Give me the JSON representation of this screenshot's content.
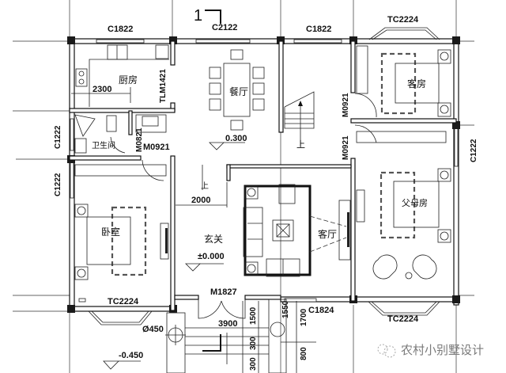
{
  "drawing": {
    "type": "floor-plan",
    "section_marker": "1",
    "rooms": [
      {
        "id": "kitchen",
        "label": "厨房"
      },
      {
        "id": "dining",
        "label": "餐厅"
      },
      {
        "id": "guest-room",
        "label": "客房"
      },
      {
        "id": "bathroom",
        "label": "卫生间"
      },
      {
        "id": "bedroom",
        "label": "卧室"
      },
      {
        "id": "foyer",
        "label": "玄关"
      },
      {
        "id": "living-room",
        "label": "客厅"
      },
      {
        "id": "parents-room",
        "label": "父母房"
      }
    ],
    "windows": {
      "top_kitchen": "C1822",
      "top_dining": "C2122",
      "top_stair": "C1822",
      "top_guest": "TC2224",
      "left_bath": "C1222",
      "left_bedroom": "C1222",
      "right_parents": "C1222",
      "bottom_bedroom": "TC2224",
      "bottom_parents": "TC2224",
      "bottom_right_entry": "C1824"
    },
    "doors": {
      "kitchen_sliding": "TLM1421",
      "guest": "M0921",
      "parents": "M0921",
      "bathroom": "M0821",
      "bedroom": "M0921",
      "entry": "M1827"
    },
    "dimensions": {
      "kitchen_width": "2300",
      "foyer_depth": "2000",
      "entry_width": "3900",
      "porch_1500": "1500",
      "porch_1550": "1550",
      "porch_1700": "1700",
      "step_300_a": "300",
      "step_300_b": "300",
      "step_800": "800",
      "column_dia": "Ø450"
    },
    "elevations": {
      "dining": "0.300",
      "foyer": "±0.000",
      "exterior": "-0.450"
    },
    "stair_label": "上",
    "foyer_stair_label": "上",
    "watermark": "农村小别墅设计"
  }
}
